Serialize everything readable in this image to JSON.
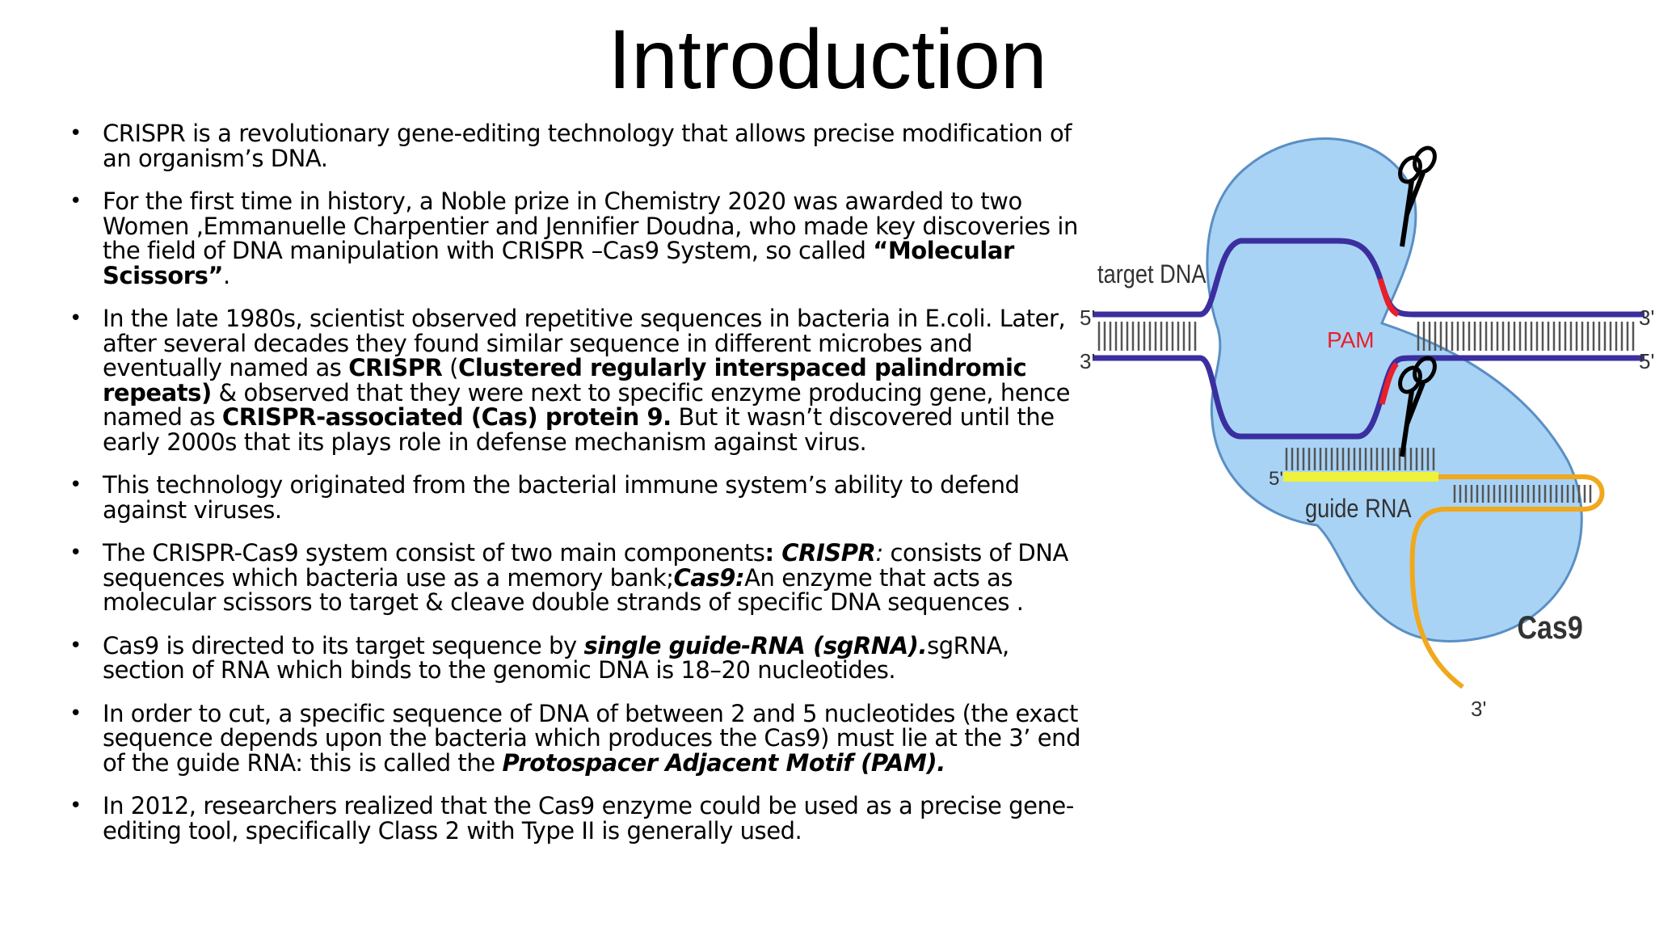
{
  "slide": {
    "title": "Introduction",
    "bullets": [
      {
        "segments": [
          {
            "text": "CRISPR is a revolutionary gene-editing technology that allows precise modification of an organism’s DNA.",
            "style": "normal"
          }
        ]
      },
      {
        "segments": [
          {
            "text": "For the first time in history, a Noble prize in Chemistry 2020 was awarded to two Women ,Emmanuelle Charpentier and Jennifier Doudna, who made key discoveries in the field of DNA manipulation with CRISPR –Cas9 System, so called ",
            "style": "normal"
          },
          {
            "text": "“Molecular Scissors”",
            "style": "bold"
          },
          {
            "text": ".",
            "style": "normal"
          }
        ]
      },
      {
        "segments": [
          {
            "text": "In the late 1980s, scientist observed repetitive sequences in bacteria in E.coli. Later, after several decades they found similar sequence in different microbes and eventually named as ",
            "style": "normal"
          },
          {
            "text": "CRISPR",
            "style": "bold"
          },
          {
            "text": " (",
            "style": "normal"
          },
          {
            "text": "Clustered regularly interspaced palindromic repeats)",
            "style": "bold"
          },
          {
            "text": "  & observed that they were next to specific enzyme producing gene, hence named as ",
            "style": "normal"
          },
          {
            "text": "CRISPR-associated (Cas) protein 9.",
            "style": "bold"
          },
          {
            "text": " But it wasn’t discovered until the early 2000s that its plays role in defense mechanism against virus.",
            "style": "normal"
          }
        ]
      },
      {
        "segments": [
          {
            "text": "This technology originated from  the bacterial immune system’s ability to defend against viruses.",
            "style": "normal"
          }
        ]
      },
      {
        "segments": [
          {
            "text": "The CRISPR-Cas9 system consist of two main components",
            "style": "normal"
          },
          {
            "text": ": ",
            "style": "bold"
          },
          {
            "text": "CRISPR",
            "style": "bold-italic"
          },
          {
            "text": ":",
            "style": "italic"
          },
          {
            "text": " consists of DNA sequences which bacteria use as a memory bank;",
            "style": "normal"
          },
          {
            "text": "Cas9:",
            "style": "bold-italic"
          },
          {
            "text": "An  enzyme that acts as molecular scissors to target & cleave double strands of specific DNA sequences .",
            "style": "normal"
          }
        ]
      },
      {
        "segments": [
          {
            "text": "Cas9 is directed to its target sequence by ",
            "style": "normal"
          },
          {
            "text": "single guide-RNA (sgRNA).",
            "style": "bold-italic"
          },
          {
            "text": "sgRNA, section of RNA which binds to the genomic DNA is 18–20 nucleotides.",
            "style": "normal"
          }
        ]
      },
      {
        "segments": [
          {
            "text": "In order to cut, a specific sequence of DNA of between 2 and 5 nucleotides (the exact sequence depends upon the bacteria which produces the Cas9) must lie at the 3’ end of the guide RNA: this is called the ",
            "style": "normal"
          },
          {
            "text": "Protospacer Adjacent Motif (PAM).",
            "style": "bold-italic"
          }
        ]
      },
      {
        "segments": [
          {
            "text": "In 2012, researchers realized that the Cas9 enzyme could be used as a precise gene-editing tool, specifically Class 2 with Type II is generally used.",
            "style": "normal"
          }
        ]
      }
    ],
    "bullet_glyph": "•"
  },
  "figure": {
    "labels": {
      "target_dna": "target DNA",
      "pam": "PAM",
      "guide_rna": "guide RNA",
      "cas9": "Cas9",
      "five_prime": "5'",
      "three_prime": "3'"
    },
    "colors": {
      "protein_fill": "#a9d3f5",
      "protein_stroke": "#5a8fc4",
      "dna_strand": "#3b2fa0",
      "pam": "#e8202a",
      "guide_rna": "#eef23a",
      "rna_tail": "#f0a81c",
      "label_text": "#333333",
      "pam_text": "#e8202a"
    }
  }
}
